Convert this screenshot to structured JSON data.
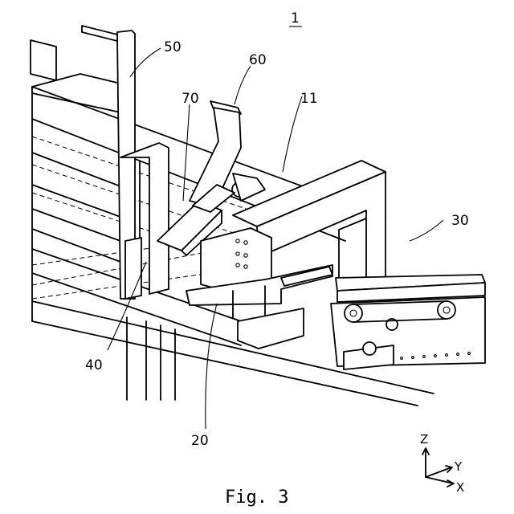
{
  "labels": {
    "ref_1": "1",
    "ref_50": "50",
    "ref_60": "60",
    "ref_70": "70",
    "ref_11": "11",
    "ref_30": "30",
    "ref_40": "40",
    "ref_20": "20"
  },
  "axes": {
    "z": "Z",
    "y": "Y",
    "x": "X"
  },
  "caption": "Fig. 3"
}
